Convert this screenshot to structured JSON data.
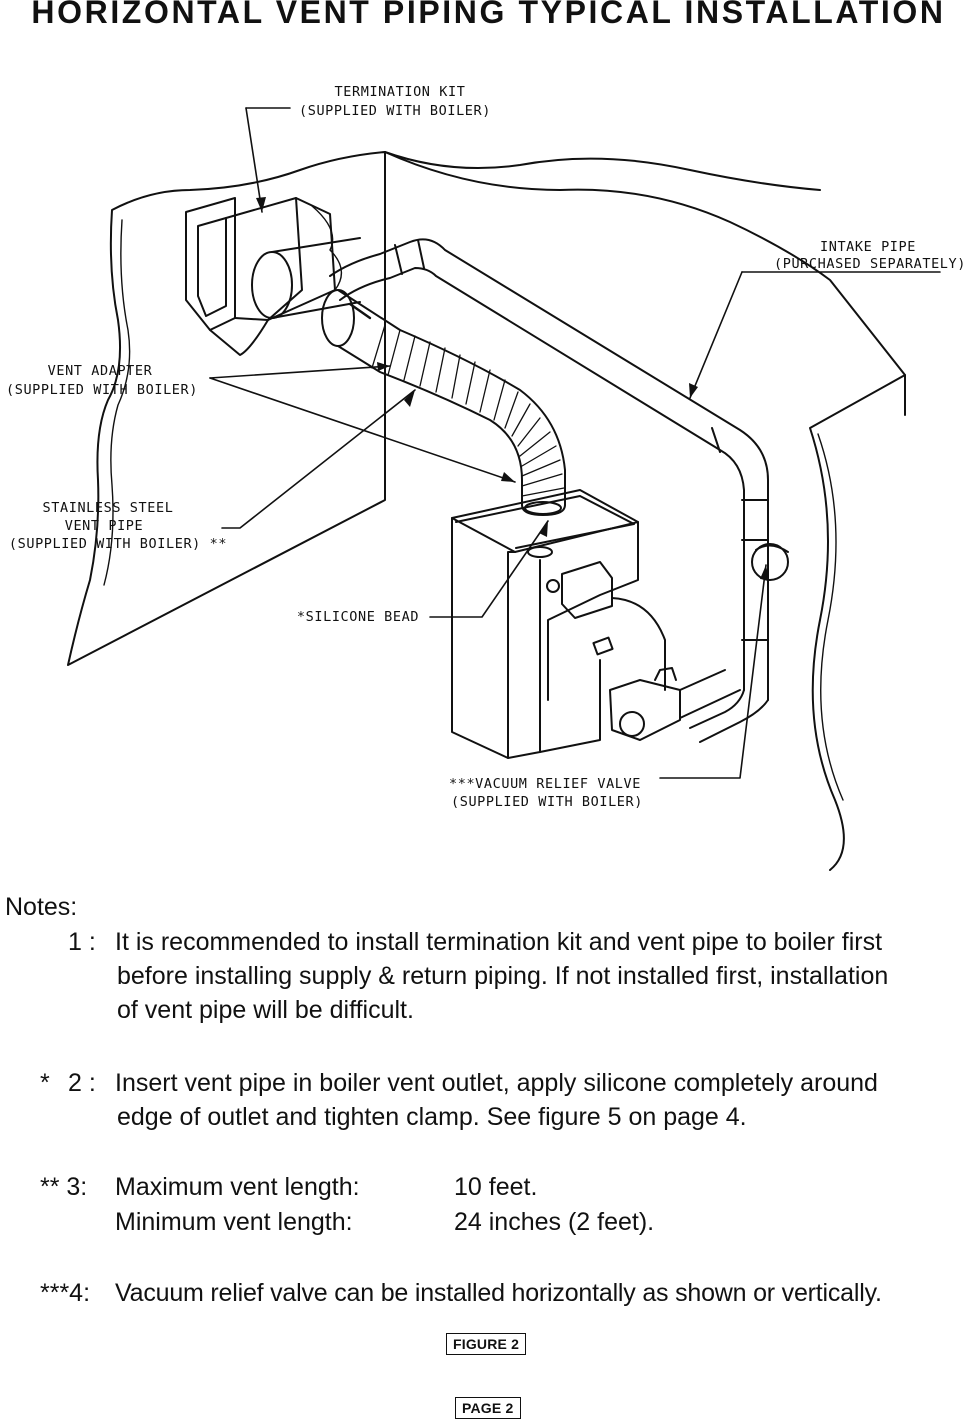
{
  "title": "HORIZONTAL VENT PIPING TYPICAL INSTALLATION",
  "labels": {
    "termination_kit": "TERMINATION KIT",
    "termination_kit_note": "(SUPPLIED WITH BOILER)",
    "intake_pipe": "INTAKE PIPE",
    "intake_pipe_note": "(PURCHASED SEPARATELY)",
    "vent_adapter": "VENT ADAPTER",
    "vent_adapter_note": "(SUPPLIED WITH BOILER)",
    "stainless_1": "STAINLESS STEEL",
    "stainless_2": "VENT PIPE",
    "stainless_3": "(SUPPLIED WITH BOILER) **",
    "silicone_bead": "*SILICONE BEAD",
    "vacuum_valve": "***VACUUM RELIEF VALVE",
    "vacuum_valve_note": "(SUPPLIED WITH BOILER)"
  },
  "notes": {
    "heading": "Notes:",
    "n1_marker": "1 :",
    "n1_line1": "It is recommended to install termination kit and vent pipe to boiler first",
    "n1_line2": "before installing supply & return piping.  If not installed first, installation",
    "n1_line3": "of vent pipe will be difficult.",
    "n2_star": "*",
    "n2_marker": "2 :",
    "n2_line1": "Insert vent pipe in boiler vent outlet, apply silicone completely around",
    "n2_line2": "edge of outlet and tighten clamp. See figure 5 on page 4.",
    "n3_marker": "** 3:",
    "n3_max_label": "Maximum vent length:",
    "n3_max_value": "10 feet.",
    "n3_min_label": "Minimum vent length:",
    "n3_min_value": "24 inches (2 feet).",
    "n4_marker": "***4:",
    "n4_line1": "Vacuum relief valve can be installed horizontally as shown or vertically."
  },
  "figure_label": "FIGURE 2",
  "page_label": "PAGE 2"
}
